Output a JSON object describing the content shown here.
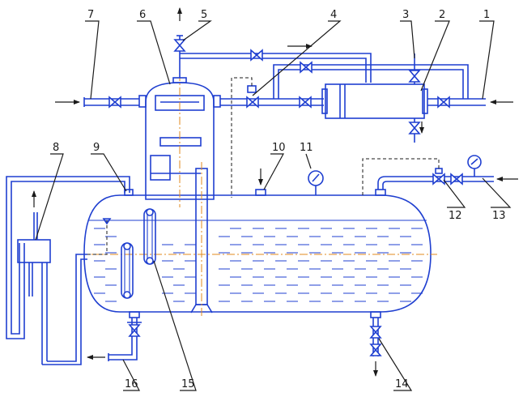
{
  "callouts": [
    {
      "id": "1",
      "label": "1"
    },
    {
      "id": "2",
      "label": "2"
    },
    {
      "id": "3",
      "label": "3"
    },
    {
      "id": "4",
      "label": "4"
    },
    {
      "id": "5",
      "label": "5"
    },
    {
      "id": "6",
      "label": "6"
    },
    {
      "id": "7",
      "label": "7"
    },
    {
      "id": "8",
      "label": "8"
    },
    {
      "id": "9",
      "label": "9"
    },
    {
      "id": "10",
      "label": "10"
    },
    {
      "id": "11",
      "label": "11"
    },
    {
      "id": "12",
      "label": "12"
    },
    {
      "id": "13",
      "label": "13"
    },
    {
      "id": "14",
      "label": "14"
    },
    {
      "id": "15",
      "label": "15"
    },
    {
      "id": "16",
      "label": "16"
    }
  ],
  "colors": {
    "line": "#1f3fd0",
    "ink": "#1a1a1a",
    "axis": "#e08a1e",
    "background": "#ffffff"
  },
  "icons": [
    "gate-valve-icon",
    "pressure-gauge-icon",
    "flow-arrow-icon"
  ]
}
